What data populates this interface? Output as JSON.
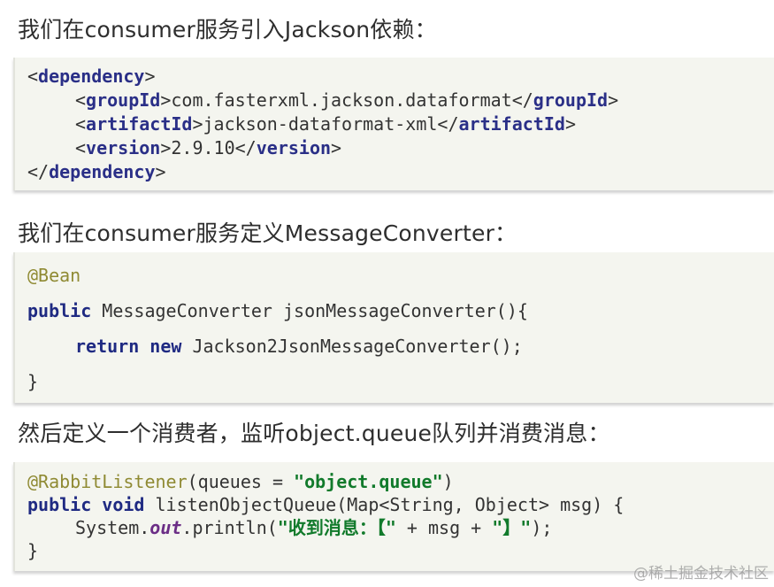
{
  "headings": {
    "h1": "我们在consumer服务引入Jackson依赖：",
    "h2": "我们在consumer服务定义MessageConverter：",
    "h3": "然后定义一个消费者，监听object.queue队列并消费消息："
  },
  "block1": {
    "lt": "<",
    "gt": ">",
    "close_open": "</",
    "dependency": "dependency",
    "groupId": "groupId",
    "artifactId": "artifactId",
    "version": "version",
    "groupId_value": "com.fasterxml.jackson.dataformat",
    "artifactId_value": "jackson-dataformat-xml",
    "version_value": "2.9.10"
  },
  "block2": {
    "annotation": "@Bean",
    "kw_public": "public",
    "signature": " MessageConverter jsonMessageConverter(){",
    "kw_return": "return",
    "kw_new": "new",
    "constructor": " Jackson2JsonMessageConverter();",
    "close_brace": "}"
  },
  "block3": {
    "annotation": "@RabbitListener",
    "annotation_args_open": "(queues = ",
    "queue_name": "\"object.queue\"",
    "annotation_args_close": ")",
    "kw_public": "public",
    "kw_void": "void",
    "method": " listenObjectQueue(Map<String, Object> msg) {",
    "system": "System.",
    "out": "out",
    "println_open": ".println(",
    "msg_prefix": "\"收到消息：【\"",
    "concat": " + msg + ",
    "msg_suffix": "\"】\"",
    "println_close": ");",
    "close_brace": "}"
  },
  "watermark": "@稀土掘金技术社区"
}
